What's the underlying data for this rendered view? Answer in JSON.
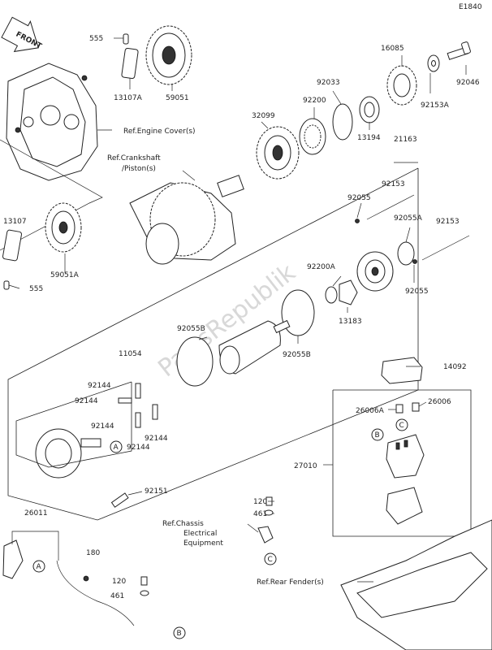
{
  "diagram_code": "E1840",
  "front_label": "FRONT",
  "watermark": "PartsRepublik",
  "part_numbers": [
    "555",
    "13107A",
    "59051",
    "16085",
    "92033",
    "13194",
    "92046",
    "92153A",
    "92200",
    "32099",
    "21163",
    "92153",
    "92055",
    "92055A",
    "92153",
    "92200A",
    "92055",
    "13183",
    "13107",
    "555",
    "59051A",
    "92055B",
    "92055B",
    "11054",
    "92144",
    "92144",
    "92144",
    "92144",
    "92144",
    "92151",
    "14092",
    "26006A",
    "26006",
    "27010",
    "26011",
    "180",
    "120",
    "461",
    "120",
    "461"
  ],
  "references": {
    "engine_cover": "Ref.Engine Cover(s)",
    "crankshaft_line1": "Ref.Crankshaft",
    "crankshaft_line2": "/Piston(s)",
    "chassis_line1": "Ref.Chassis",
    "chassis_line2": "Electrical",
    "chassis_line3": "Equipment",
    "rear_fender": "Ref.Rear Fender(s)"
  },
  "callouts": [
    "A",
    "A",
    "B",
    "B",
    "C",
    "C"
  ]
}
